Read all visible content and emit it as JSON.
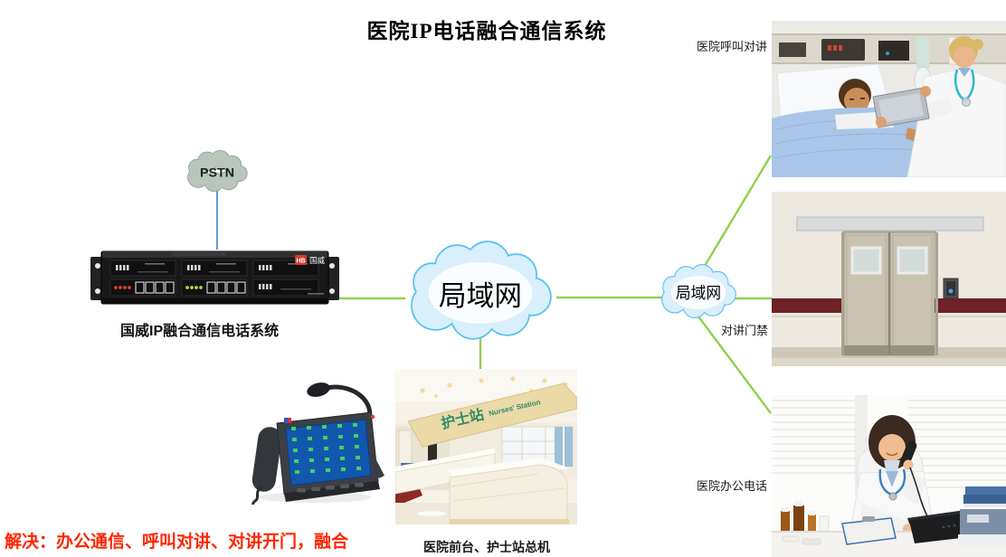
{
  "title": "医院IP电话融合通信系统",
  "solution_text": "解决：办公通信、呼叫对讲、对讲开门，融合",
  "pstn_cloud": {
    "label": "PSTN"
  },
  "lan_cloud_main": {
    "label": "局域网"
  },
  "lan_cloud_right": {
    "label": "局域网"
  },
  "pbx": {
    "caption": "国威IP融合通信电话系统",
    "logo_text": "HB",
    "brand": "国威"
  },
  "photo_labels": {
    "ward_intercom": "医院呼叫对讲",
    "door_access": "对讲门禁",
    "office_phone": "医院办公电话",
    "front_desk": "医院前台、护士站总机"
  },
  "nurse_station_sign": {
    "cn": "护士站",
    "en": "Nurses' Station"
  },
  "colors": {
    "line_green": "#8fd14f",
    "line_blue": "#5b9bd5",
    "cloud_border": "#55c1ef",
    "cloud_fill": "#d9effc",
    "pstn_fill": "#b9c5bb",
    "red_text": "#ff2600"
  }
}
